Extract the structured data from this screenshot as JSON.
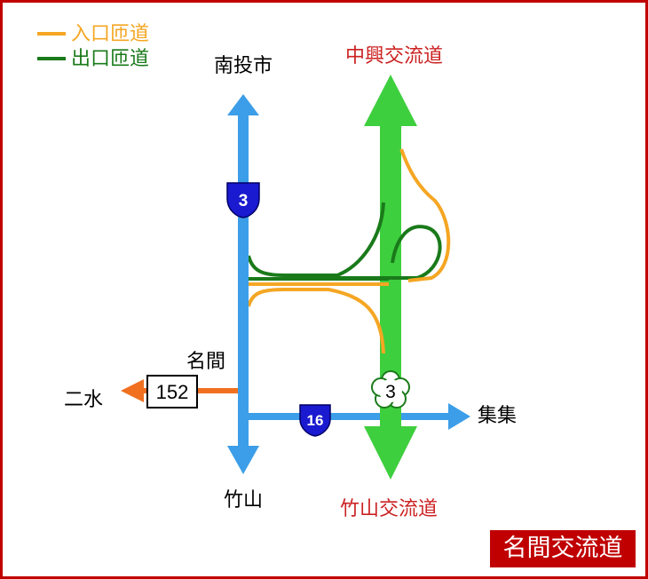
{
  "legend": {
    "entrance": {
      "label": "入口匝道",
      "color": "#f5a623"
    },
    "exit": {
      "label": "出口匝道",
      "color": "#1a7a1a"
    }
  },
  "roads": {
    "freeway3_color": "#3c9ee8",
    "hwy3_color": "#3ecf3e",
    "hwy16_color": "#3c9ee8",
    "county152_color": "#f07020"
  },
  "labels": {
    "north_left": "南投市",
    "north_right": "中興交流道",
    "south_left": "竹山",
    "south_right": "竹山交流道",
    "east": "集集",
    "west": "二水",
    "interchange_point": "名間"
  },
  "shields": {
    "freeway": "3",
    "provincial": "3",
    "hwy16": "16",
    "county": "152"
  },
  "title": "名間交流道",
  "colors": {
    "frame": "#c00000",
    "label_red": "#cc2222",
    "shield_blue": "#1a1ad0"
  }
}
